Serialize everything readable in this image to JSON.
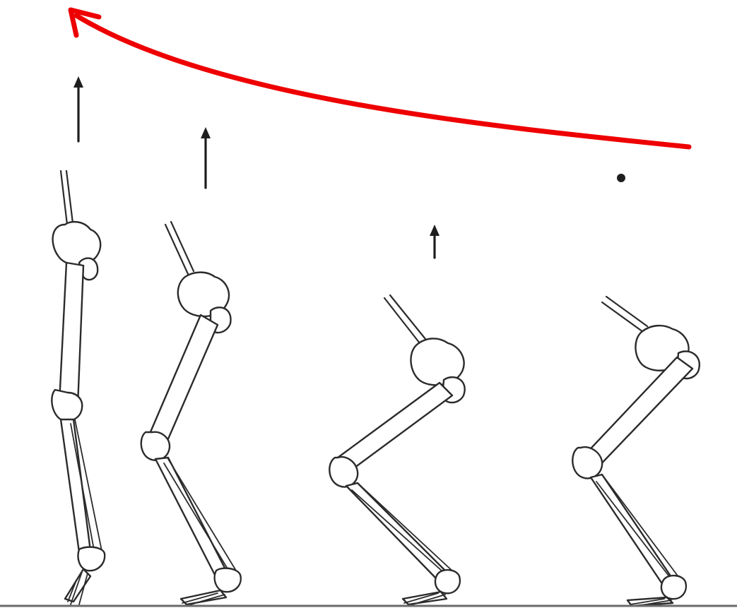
{
  "figure": {
    "subject": "squat-jump-phases",
    "poses": [
      {
        "id": "extended",
        "force": "large-up"
      },
      {
        "id": "slight-flexion",
        "force": "medium-up"
      },
      {
        "id": "deep-flexion",
        "force": "small-up"
      },
      {
        "id": "deepest-flexion",
        "force": "zero"
      }
    ]
  },
  "colors": {
    "trend_arrow": "#ee0000",
    "line_art": "#2b2b2b",
    "ground": "#6a6a6a",
    "background": "#ffffff"
  },
  "icons": {
    "trend": "curved-arrow-icon",
    "force": "up-arrow-icon",
    "zero_force": "dot-icon"
  }
}
